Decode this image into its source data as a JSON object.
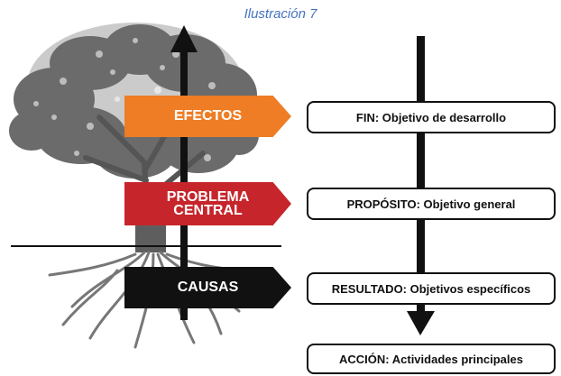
{
  "caption": "Ilustración 7",
  "flags": {
    "efectos": "EFECTOS",
    "problema_line1": "PROBLEMA",
    "problema_line2": "CENTRAL",
    "causas": "CAUSAS"
  },
  "boxes": {
    "fin": "FIN: Objetivo de desarrollo",
    "proposito": "PROPÓSITO: Objetivo general",
    "resultado": "RESULTADO: Objetivos específicos",
    "accion": "ACCIÓN: Actividades principales"
  },
  "colors": {
    "efectos": "#ee7d25",
    "problema": "#c6252b",
    "causas": "#111111",
    "tree": "#6b6b6b",
    "caption": "#4472c4"
  }
}
